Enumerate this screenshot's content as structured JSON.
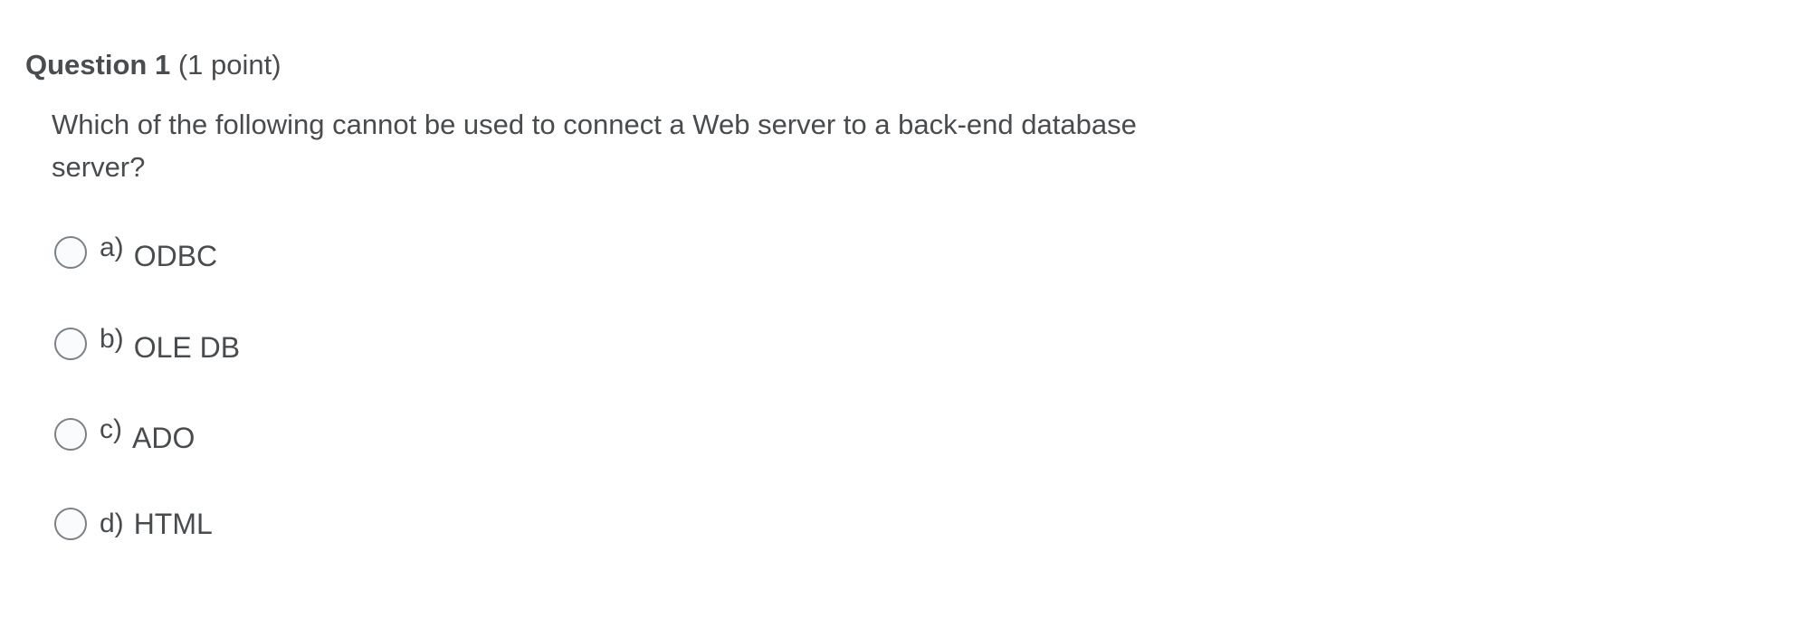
{
  "question": {
    "number_label": "Question 1",
    "points_label": "(1 point)",
    "text": "Which of the following cannot be used to connect a Web server to a back-end database server?",
    "choices": [
      {
        "letter": "a)",
        "text": "ODBC",
        "selected": false
      },
      {
        "letter": "b)",
        "text": "OLE DB",
        "selected": false
      },
      {
        "letter": "c)",
        "text": "ADO",
        "selected": false
      },
      {
        "letter": "d)",
        "text": "HTML",
        "selected": false
      }
    ]
  }
}
